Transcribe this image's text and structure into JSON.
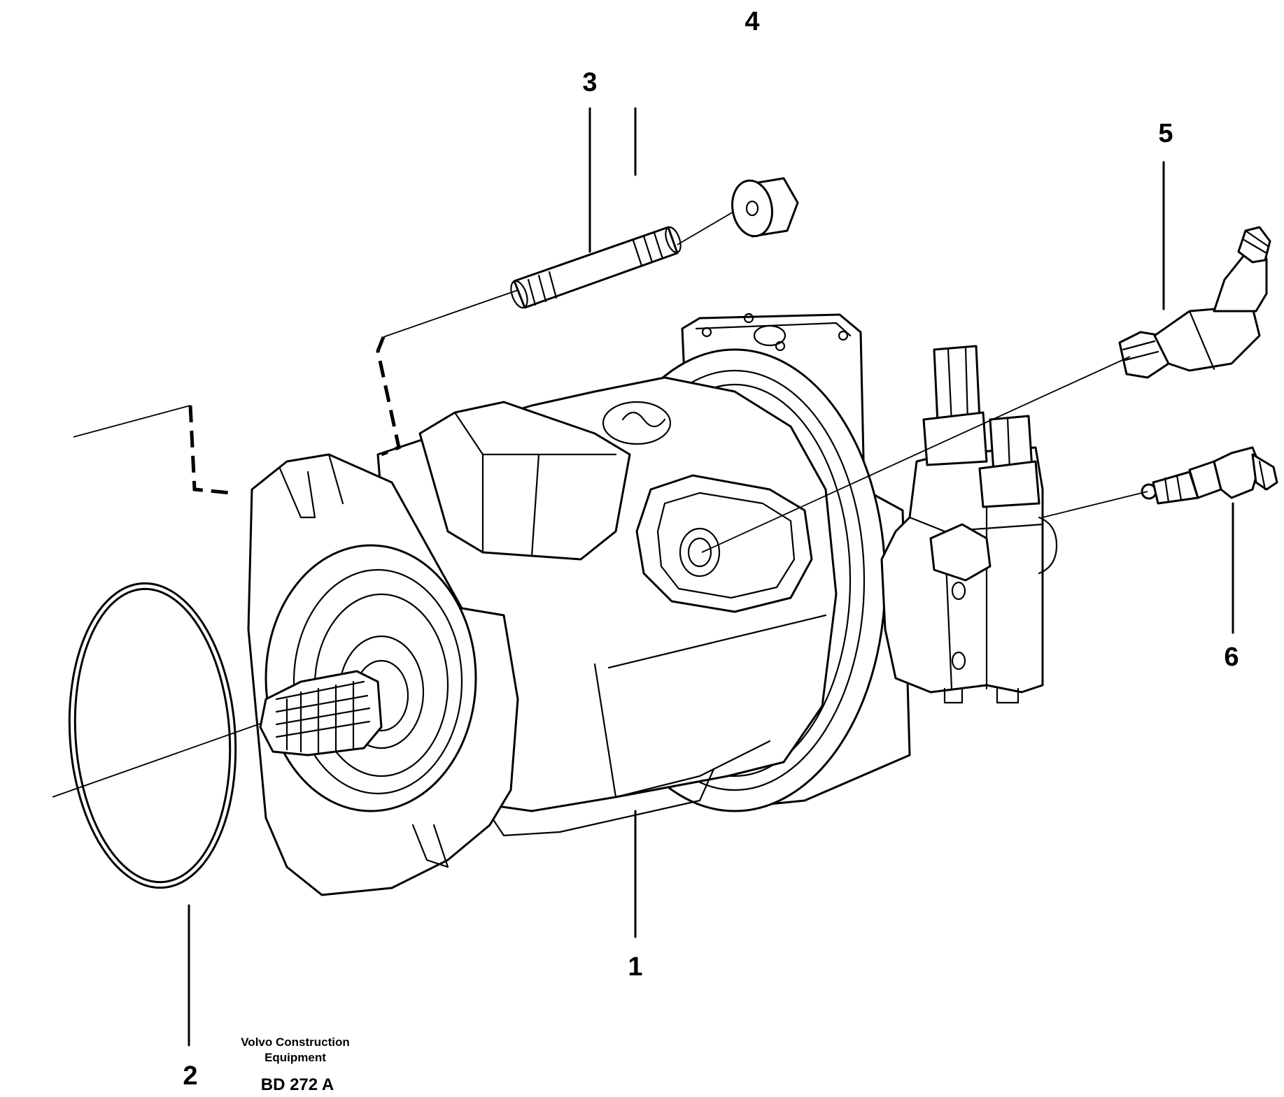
{
  "callouts": {
    "c1": "1",
    "c2": "2",
    "c3": "3",
    "c4": "4",
    "c5": "5",
    "c6": "6"
  },
  "publisher": {
    "line1": "Volvo Construction",
    "line2": "Equipment",
    "code": "BD 272 A"
  }
}
